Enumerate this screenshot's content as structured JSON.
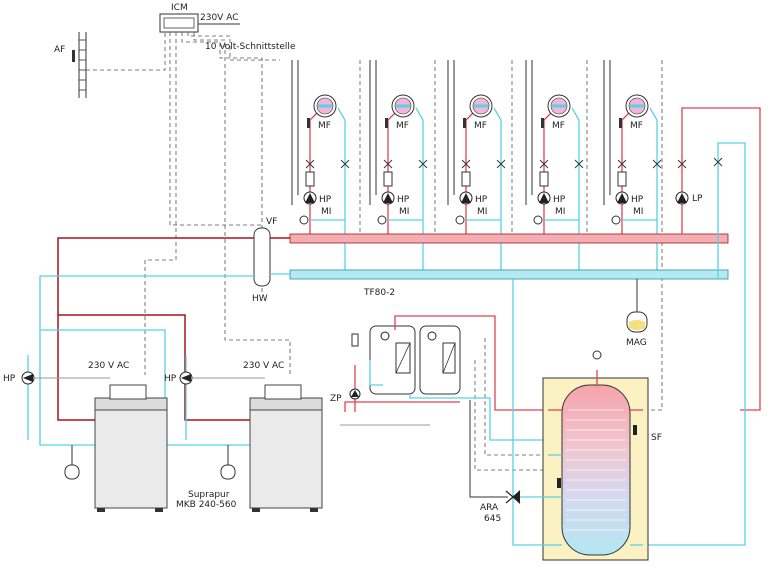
{
  "controller": {
    "name": "ICM",
    "supply": "230V AC",
    "interface": "10 Volt-Schnittstelle"
  },
  "outdoor_sensor": {
    "label": "AF"
  },
  "flow_sensor": {
    "label": "VF"
  },
  "hydraulic_switch": {
    "label": "HW"
  },
  "mixer_circuit": {
    "pump": "HP",
    "mixer": "MI",
    "module": "MF"
  },
  "tank_pump": {
    "label": "LP"
  },
  "expansion_vessel": {
    "label": "MAG"
  },
  "freshwater_station": {
    "label": "TF80-2"
  },
  "circulation_pump": {
    "label": "ZP"
  },
  "storage_sensor": {
    "label": "SF"
  },
  "return_valve": {
    "label_1": "ARA",
    "label_2": "645"
  },
  "boilers": {
    "pump_label": "HP",
    "supply": "230 V AC",
    "model_1": "Suprapur",
    "model_2": "MKB 240-560"
  },
  "colors": {
    "supply_hot": "#e0444e",
    "supply_main": "#a8141c",
    "return_cold": "#56d3e4",
    "manifold_hot": "#f2aeb3",
    "manifold_cold": "#b4ebf2",
    "tank_jacket": "#fbf1c3"
  },
  "icons": [
    "pump-icon",
    "valve-icon",
    "mixing-valve-icon",
    "thermostat-icon",
    "sensor-icon",
    "expansion-vessel-icon",
    "safety-valve-icon"
  ]
}
